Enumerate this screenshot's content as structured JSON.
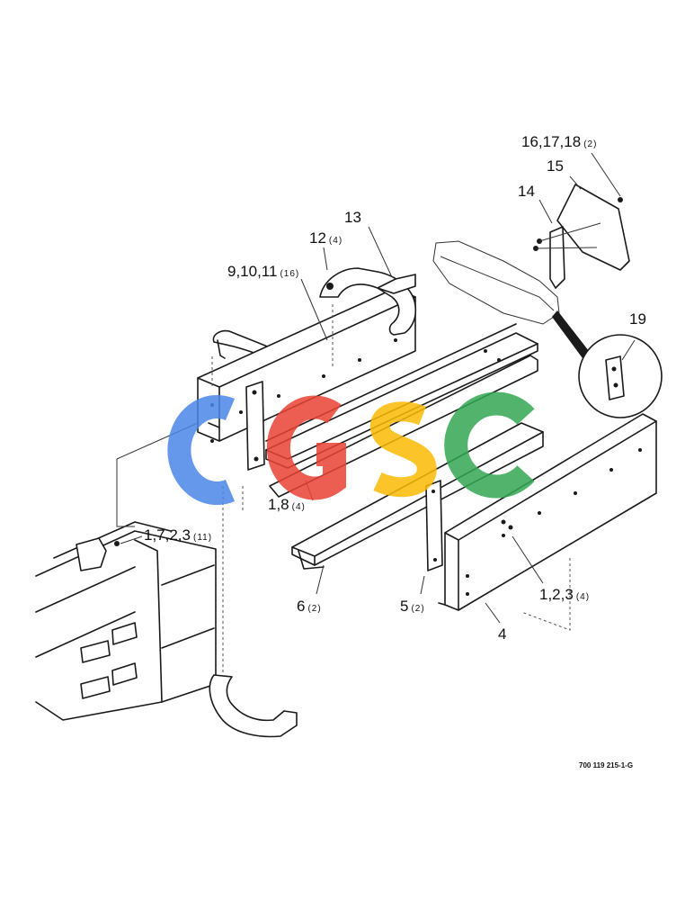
{
  "callouts": {
    "c16": {
      "num": "16,17,18",
      "qty": "(2)"
    },
    "c15": {
      "num": "15",
      "qty": ""
    },
    "c14": {
      "num": "14",
      "qty": ""
    },
    "c13": {
      "num": "13",
      "qty": ""
    },
    "c12": {
      "num": "12",
      "qty": "(4)"
    },
    "c9": {
      "num": "9,10,11",
      "qty": "(16)"
    },
    "c19": {
      "num": "19",
      "qty": ""
    },
    "c1_8": {
      "num": "1,8",
      "qty": "(4)"
    },
    "c1_7": {
      "num": "1,7,2,3",
      "qty": "(11)"
    },
    "c6": {
      "num": "6",
      "qty": "(2)"
    },
    "c5": {
      "num": "5",
      "qty": "(2)"
    },
    "c1_2": {
      "num": "1,2,3",
      "qty": "(4)"
    },
    "c4": {
      "num": "4",
      "qty": ""
    }
  },
  "drawing_code": "700 119 215-1-G",
  "watermark": {
    "text": "CGSC",
    "colors": [
      "#4a86e8",
      "#ea4335",
      "#fbbc04",
      "#34a853"
    ]
  }
}
